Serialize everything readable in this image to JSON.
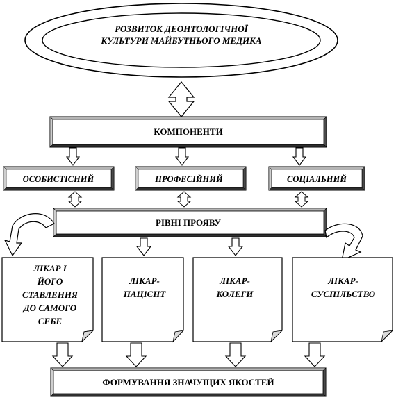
{
  "title": {
    "line1": "РОЗВИТОК ДЕОНТОЛОГІЧНОЇ",
    "line2": "КУЛЬТУРИ МАЙБУТНЬОГО МЕДИКА"
  },
  "components": {
    "label": "КОМПОНЕНТИ",
    "items": [
      "ОСОБИСТІСНИЙ",
      "ПРОФЕСІЙНИЙ",
      "СОЦІАЛЬНИЙ"
    ]
  },
  "levels": {
    "label": "РІВНІ ПРОЯВУ"
  },
  "cards": [
    {
      "lines": [
        "ЛІКАР І",
        "ЙОГО",
        "СТАВЛЕННЯ",
        "ДО САМОГО",
        "СЕБЕ"
      ]
    },
    {
      "lines": [
        "ЛІКАР-",
        "ПАЦІЄНТ"
      ]
    },
    {
      "lines": [
        "ЛІКАР-",
        "КОЛЕГИ"
      ]
    },
    {
      "lines": [
        "ЛІКАР-",
        "СУСПІЛЬСТВО"
      ]
    }
  ],
  "result": {
    "label": "ФОРМУВАННЯ ЗНАЧУЩИХ ЯКОСТЕЙ"
  }
}
